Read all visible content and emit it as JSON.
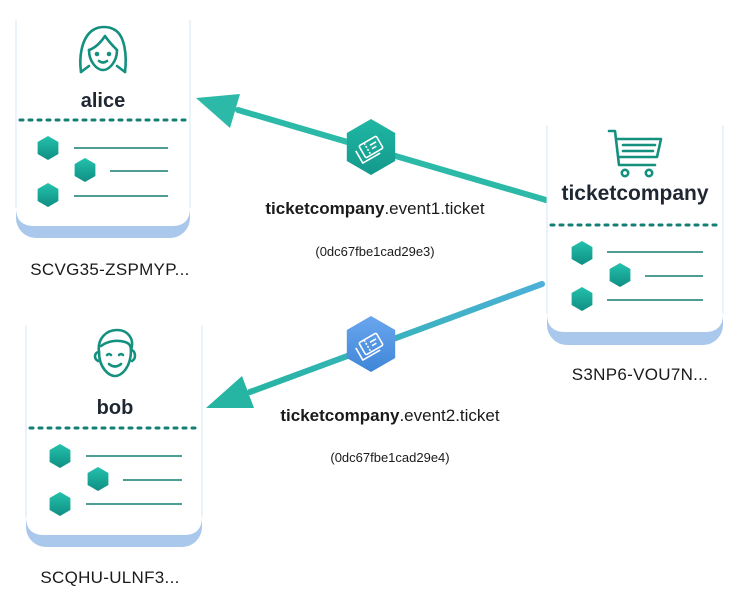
{
  "accounts": {
    "alice": {
      "name": "alice",
      "address": "SCVG35-ZSPMYP..."
    },
    "bob": {
      "name": "bob",
      "address": "SCQHU-ULNF3..."
    },
    "ticketcompany": {
      "name": "ticketcompany",
      "address": "S3NP6-VOU7N..."
    }
  },
  "transfers": [
    {
      "issuer": "ticketcompany",
      "asset": ".event1.ticket",
      "hash": "(0dc67fbe1cad29e3)",
      "color": "#1fa69a"
    },
    {
      "issuer": "ticketcompany",
      "asset": ".event2.ticket",
      "hash": "(0dc67fbe1cad29e4)",
      "color": "#4f93e0"
    }
  ],
  "colors": {
    "teal": "#2cb9a8",
    "hexagon": "#19a493",
    "card_shadow": "#a9c8ec",
    "dots": "#137f74"
  },
  "icons": [
    "woman-avatar-icon",
    "man-avatar-icon",
    "shopping-cart-icon",
    "ticket-icon"
  ]
}
